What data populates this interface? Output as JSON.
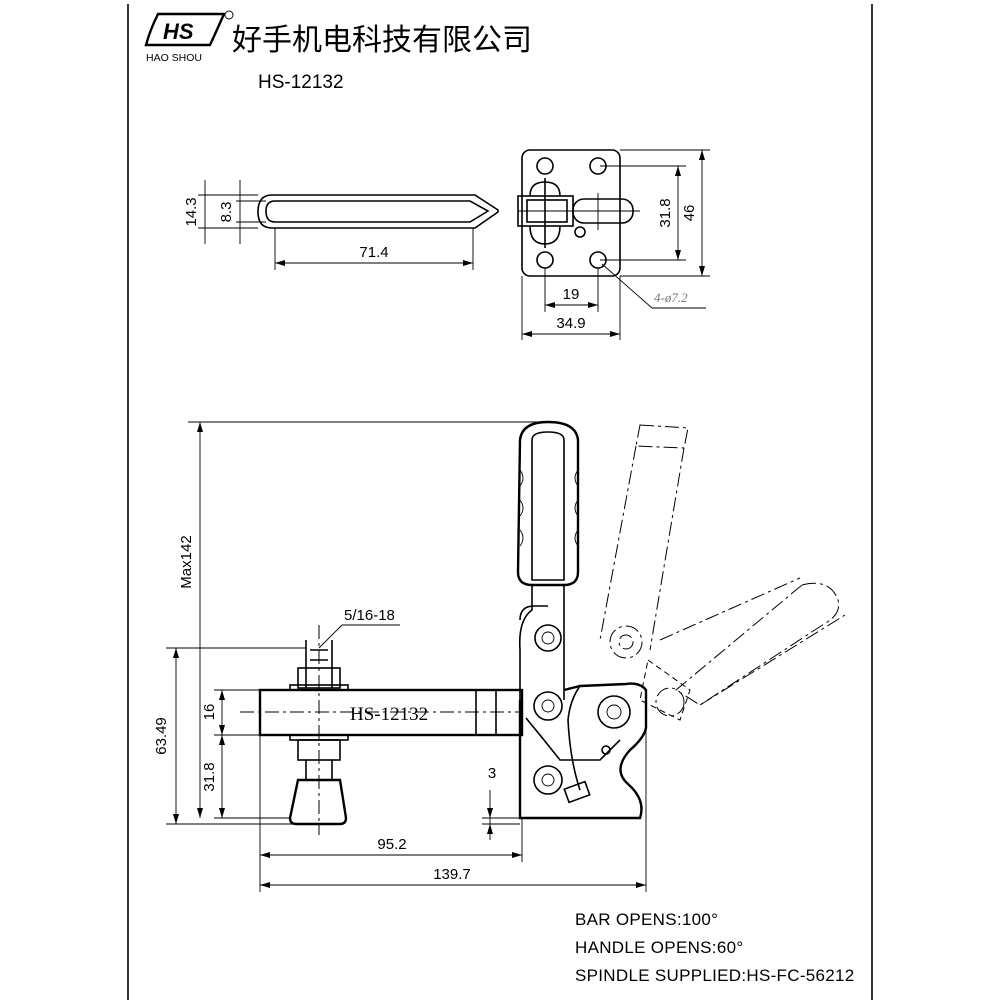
{
  "header": {
    "logo_text": "HS",
    "logo_subtext": "HAO SHOU",
    "company_name": "好手机电科技有限公司",
    "model": "HS-12132"
  },
  "top_view": {
    "dims": {
      "height_outer": "14.3",
      "height_inner": "8.3",
      "handle_length": "71.4",
      "width_small": "31.8",
      "width_large": "46",
      "hole_spacing": "19",
      "base_width": "34.9",
      "holes": "4-ø7.2"
    }
  },
  "side_view": {
    "body_label": "HS-12132",
    "thread": "5/16-18",
    "dims": {
      "max_height": "Max142",
      "height_total": "63.49",
      "bar_thickness": "16",
      "bar_height": "31.8",
      "offset": "3",
      "reach": "95.2",
      "overall_length": "139.7"
    }
  },
  "notes": [
    "BAR OPENS:100°",
    "HANDLE OPENS:60°",
    "SPINDLE SUPPLIED:HS-FC-56212"
  ]
}
